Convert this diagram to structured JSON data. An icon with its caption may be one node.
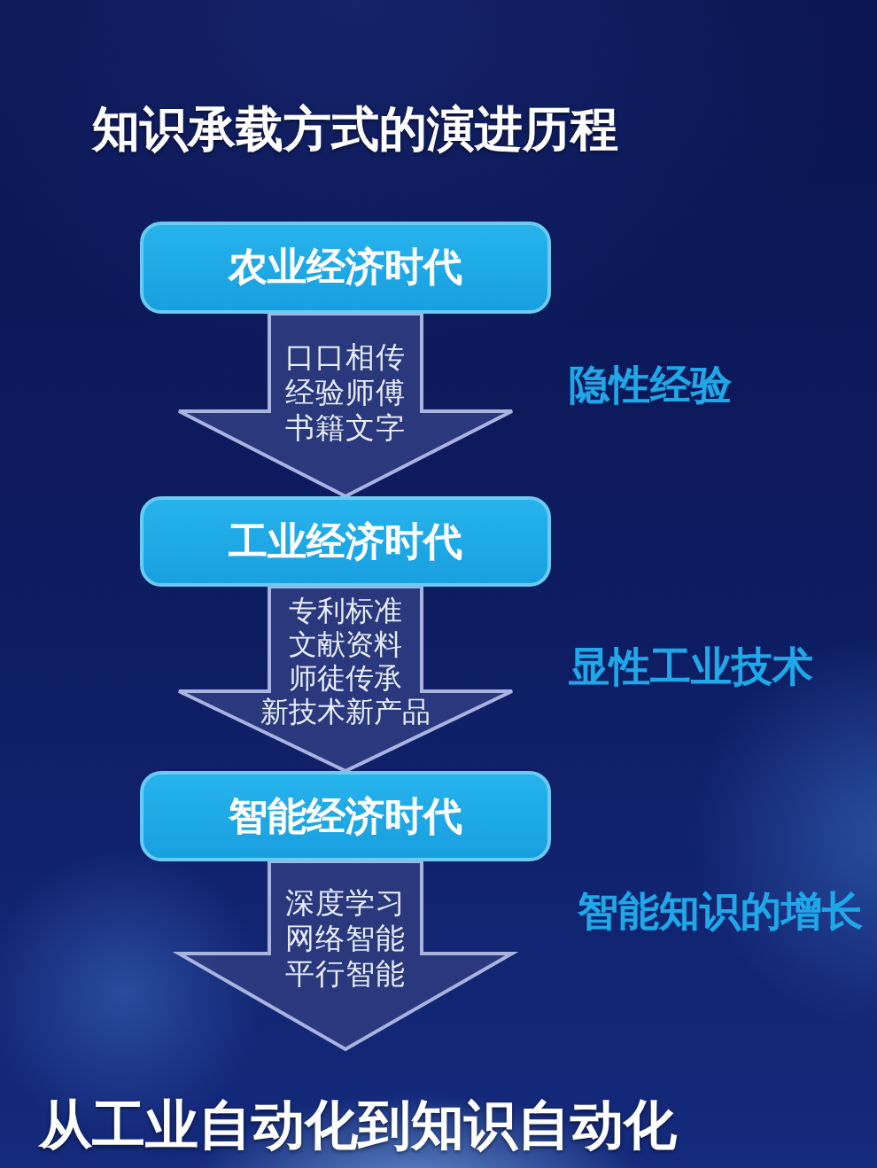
{
  "diagram": {
    "title": "知识承载方式的演进历程",
    "caption": "从工业自动化到知识自动化",
    "nodes": [
      {
        "text": [
          "农业经济时代"
        ]
      },
      {
        "text": [
          "工业经济时代"
        ]
      },
      {
        "text": [
          "智能经济时代"
        ]
      }
    ],
    "edges": [
      {
        "from": 0,
        "to": 1,
        "arrow": "to",
        "label": "口口相传经验师傅书籍文字"
      },
      {
        "from": 1,
        "to": 2,
        "arrow": "to",
        "label": "专利标准文献资料师徒传承新技术新产品"
      },
      {
        "from": 2,
        "to": null,
        "arrow": "to",
        "label": "深度学习网络智能平行智能"
      }
    ],
    "labels": [
      "隐性经验",
      "显性工业技术",
      "智能知识的增长"
    ]
  }
}
